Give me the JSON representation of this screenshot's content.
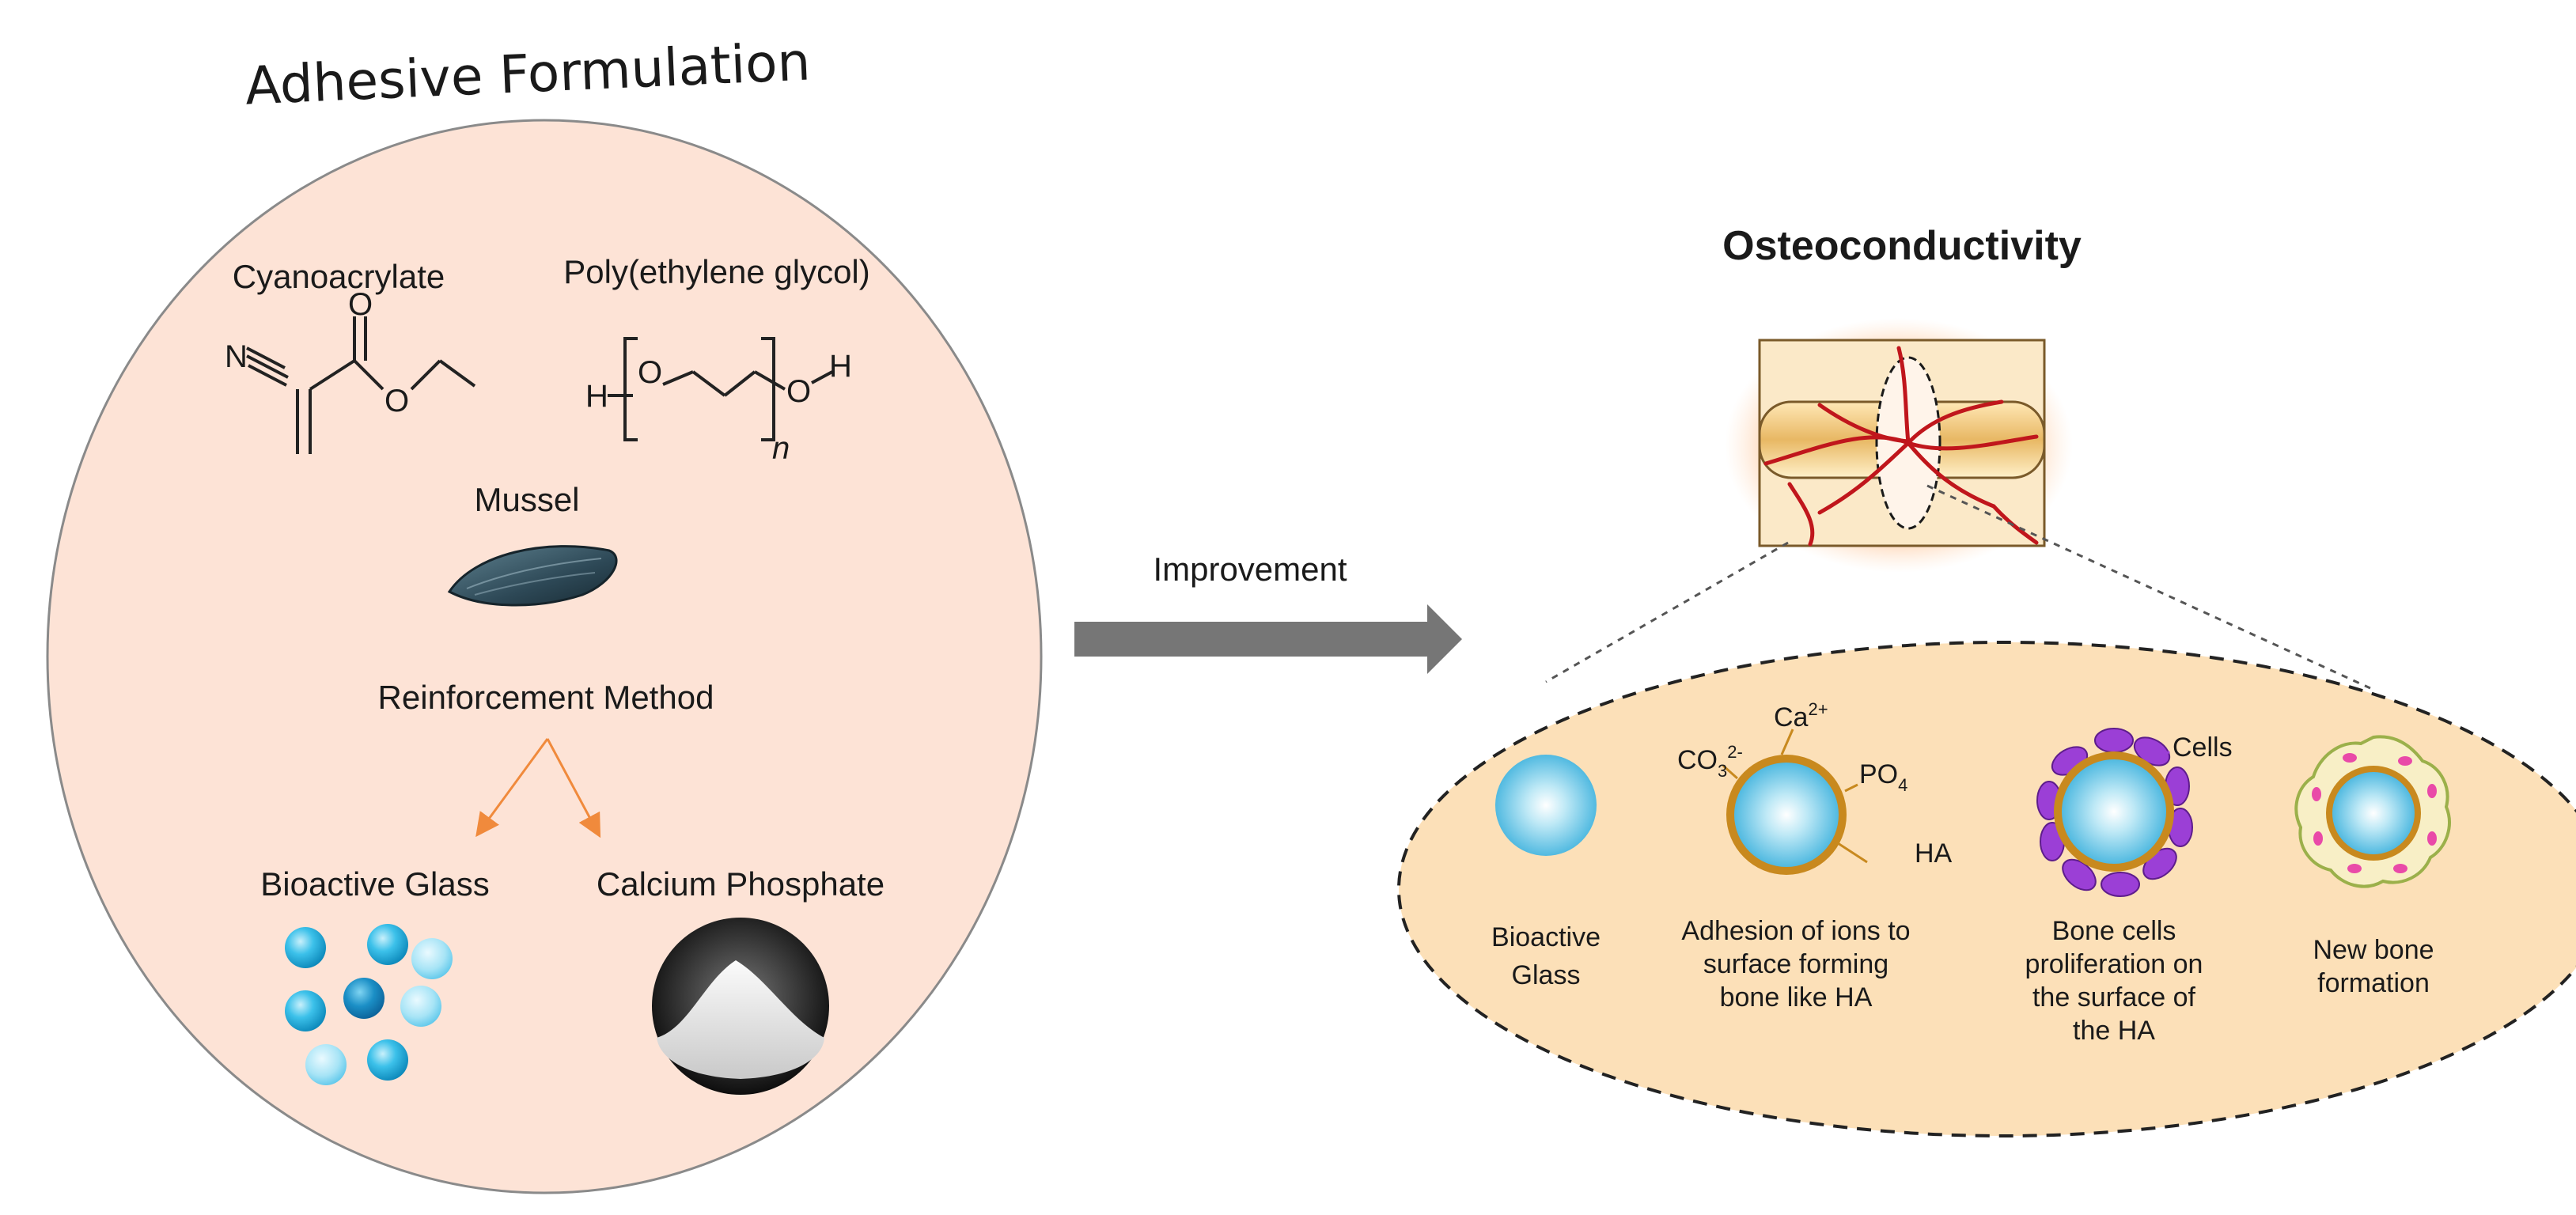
{
  "left_panel": {
    "title": "Adhesive Formulation",
    "cyanoacrylate": {
      "label": "Cyanoacrylate",
      "atom_n": "N",
      "atom_o1": "O",
      "atom_o2": "O"
    },
    "peg": {
      "label": "Poly(ethylene glycol)",
      "atom_h1": "H",
      "atom_o1": "O",
      "atom_o2": "O",
      "atom_h2": "H",
      "subscript_n": "n"
    },
    "mussel_label": "Mussel",
    "reinforcement_label": "Reinforcement Method",
    "bioactive_glass_label": "Bioactive Glass",
    "calcium_phosphate_label": "Calcium Phosphate"
  },
  "middle": {
    "arrow_label": "Improvement"
  },
  "right_panel": {
    "title": "Osteoconductivity",
    "stages": [
      {
        "label_lines": [
          "Bioactive",
          "Glass"
        ]
      },
      {
        "label_lines": [
          "Adhesion of ions to",
          "surface forming",
          "bone like HA"
        ]
      },
      {
        "label_lines": [
          "Bone cells",
          "proliferation on",
          "the surface of",
          "the HA"
        ]
      },
      {
        "label_lines": [
          "New bone",
          "formation"
        ]
      }
    ],
    "ions": {
      "ca": "Ca",
      "ca_sup": "2+",
      "co3": "CO",
      "co3_sub": "3",
      "co3_sup": "2-",
      "po4": "PO",
      "po4_sub": "4",
      "ha": "HA"
    },
    "cells_label": "Cells"
  },
  "colors": {
    "circle_fill": "#fde3d6",
    "ellipse_fill": "#fce0b8",
    "arrow": "#767676",
    "orange_arrow": "#f08a3c",
    "bead_blue": "#29b3e3",
    "ha_ring": "#c8891e",
    "cells_purple": "#9b3fd6",
    "blood_vessel": "#c0161c"
  }
}
